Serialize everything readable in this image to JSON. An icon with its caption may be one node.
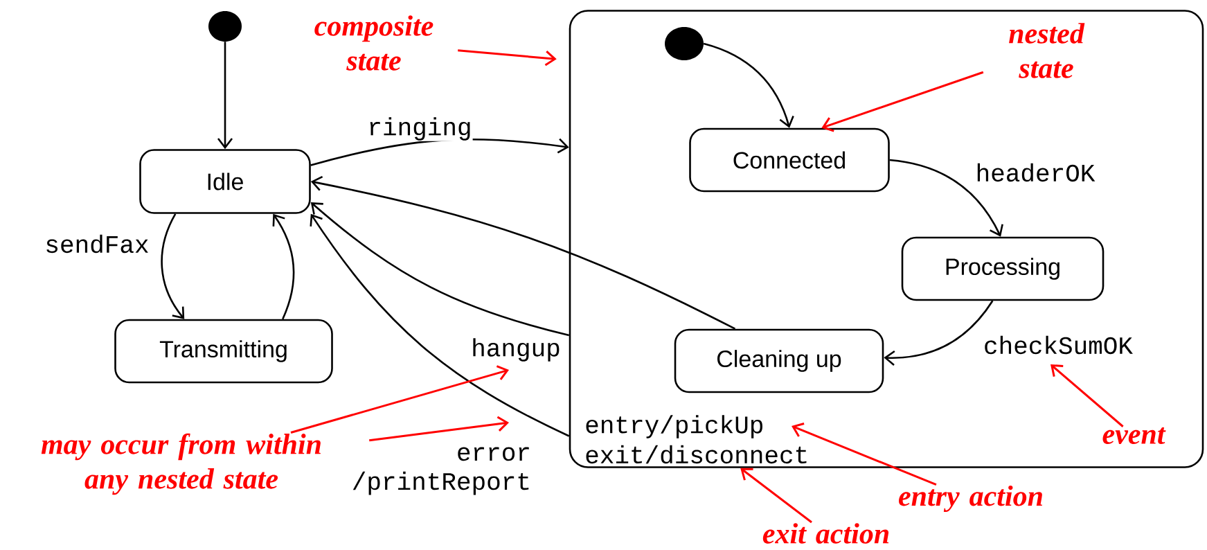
{
  "diagram": {
    "nodes": [
      {
        "text": [],
        "shape": "circle"
      },
      {
        "text": [
          "Idle"
        ]
      },
      {
        "text": [
          "Transmitting"
        ]
      },
      {
        "text": [
          "entry/pickUp",
          "exit/disconnect"
        ]
      },
      {
        "text": [],
        "shape": "circle",
        "in": 3
      },
      {
        "text": [
          "Connected"
        ],
        "in": 3
      },
      {
        "text": [
          "Processing"
        ],
        "in": 3
      },
      {
        "text": [
          "Cleaning up"
        ],
        "in": 3
      },
      {
        "text": [
          "composite state"
        ]
      },
      {
        "text": [
          "nested state"
        ],
        "in": 3
      },
      {
        "text": [
          "event"
        ],
        "in": 3
      },
      {
        "text": [
          "entry action"
        ]
      },
      {
        "text": [
          "exit action"
        ]
      },
      {
        "text": [
          "may occur from within any nested state"
        ]
      }
    ],
    "edges": [
      {
        "from": 0,
        "to": 1,
        "arrow": "to"
      },
      {
        "from": 1,
        "to": 2,
        "arrow": "to",
        "label": "sendFax"
      },
      {
        "from": 2,
        "to": 1,
        "arrow": "to"
      },
      {
        "from": 1,
        "to": 3,
        "arrow": "to",
        "label": "ringing"
      },
      {
        "from": 3,
        "to": 1,
        "arrow": "to",
        "label": "hangup"
      },
      {
        "from": 3,
        "to": 1,
        "arrow": "to",
        "label": "error /printReport"
      },
      {
        "from": 7,
        "to": 1,
        "arrow": "to"
      },
      {
        "from": 4,
        "to": 5,
        "arrow": "to"
      },
      {
        "from": 5,
        "to": 6,
        "arrow": "to",
        "label": "headerOK"
      },
      {
        "from": 6,
        "to": 7,
        "arrow": "to",
        "label": "checkSumOK"
      },
      {
        "from": 8,
        "to": 3,
        "arrow": "to",
        "color": "#ff0000"
      },
      {
        "from": 9,
        "to": 5,
        "arrow": "to",
        "color": "#ff0000"
      },
      {
        "from": 10,
        "to": null,
        "arrow": "to",
        "color": "#ff0000"
      },
      {
        "from": 11,
        "to": null,
        "arrow": "to",
        "color": "#ff0000"
      },
      {
        "from": 12,
        "to": 3,
        "arrow": "to",
        "color": "#ff0000"
      },
      {
        "from": 13,
        "to": null,
        "arrow": "to",
        "color": "#ff0000"
      },
      {
        "from": 13,
        "to": null,
        "arrow": "to",
        "color": "#ff0000"
      }
    ]
  }
}
